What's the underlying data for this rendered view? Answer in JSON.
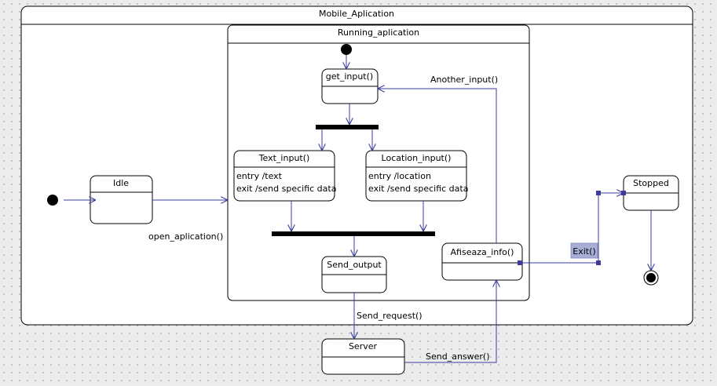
{
  "diagram": {
    "composite_outer": {
      "title": "Mobile_Aplication"
    },
    "composite_inner": {
      "title": "Running_aplication"
    },
    "states": {
      "idle": {
        "name": "Idle"
      },
      "get_input": {
        "name": "get_input()"
      },
      "text_input": {
        "name": "Text_input()",
        "entry": "entry /text",
        "exit": "exit /send specific data"
      },
      "location_input": {
        "name": "Location_input()",
        "entry": "entry /location",
        "exit": "exit /send specific data"
      },
      "send_output": {
        "name": "Send_output"
      },
      "afiseaza_info": {
        "name": "Afiseaza_info()"
      },
      "stopped": {
        "name": "Stopped"
      },
      "server": {
        "name": "Server"
      }
    },
    "transitions": {
      "open_aplication": "open_aplication()",
      "another_input": "Another_input()",
      "send_request": "Send_request()",
      "send_answer": "Send_answer()",
      "exit": "Exit()"
    },
    "colors": {
      "edge": "#3b3b9e",
      "highlight_label_bg": "#a9aed6"
    }
  }
}
